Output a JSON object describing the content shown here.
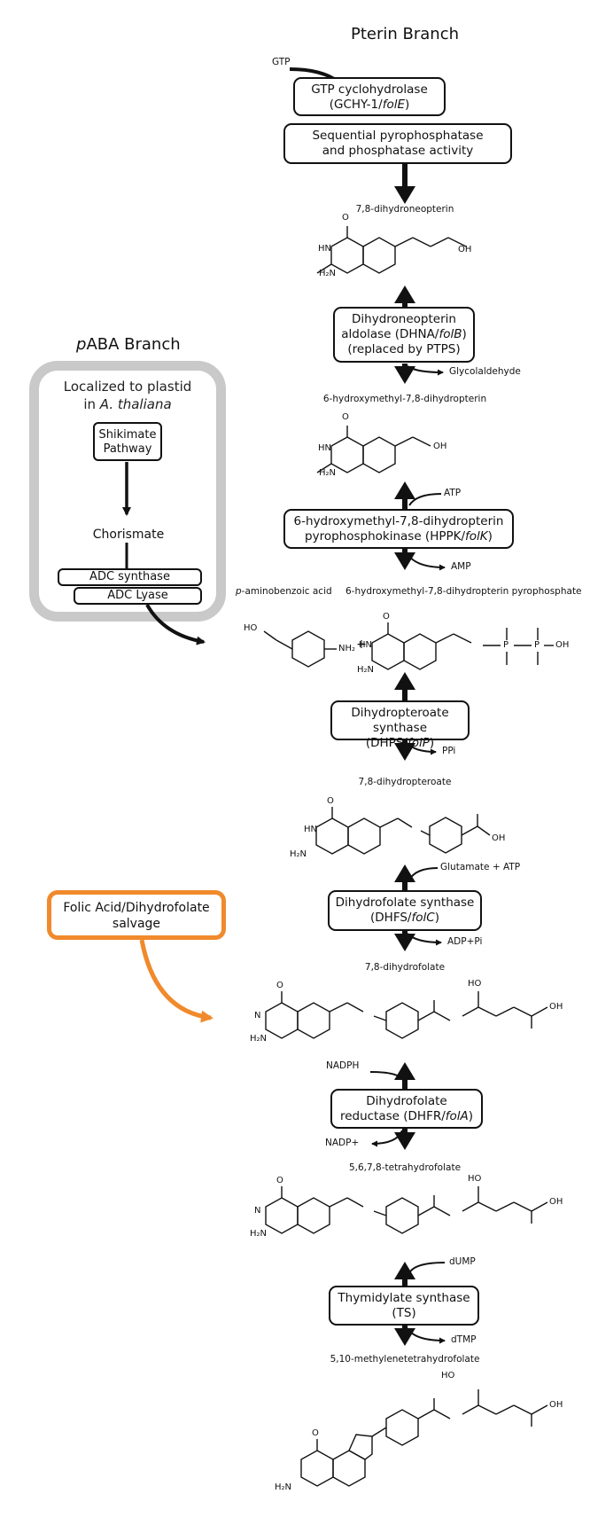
{
  "titles": {
    "pterin_branch": "Pterin Branch",
    "paba_branch_italic": "p",
    "paba_branch_rest": "ABA Branch"
  },
  "plastid": {
    "line1": "Localized to plastid",
    "line2_prefix": "in ",
    "line2_species": "A. thaliana",
    "shikimate_line1": "Shikimate",
    "shikimate_line2": "Pathway",
    "chorismate": "Chorismate",
    "adc_synthase": "ADC synthase",
    "adc_lyase": "ADC Lyase"
  },
  "salvage": {
    "line1": "Folic Acid/Dihydrofolate",
    "line2": "salvage"
  },
  "inputs": {
    "gtp": "GTP"
  },
  "enzymes": {
    "gchy_line1": "GTP cyclohydrolase",
    "gchy_line2_prefix": "(GCHY-1/",
    "gchy_line2_gene": "folE",
    "gchy_line2_suffix": ")",
    "seq_line1": "Sequential pyrophosphatase",
    "seq_line2": "and phosphatase activity",
    "dhna_line1": "Dihydroneopterin",
    "dhna_line2_prefix": "aldolase (DHNA/",
    "dhna_line2_gene": "folB",
    "dhna_line2_suffix": ")",
    "dhna_line3": "(replaced by PTPS)",
    "hppk_line1": "6-hydroxymethyl-7,8-dihydropterin",
    "hppk_line2_prefix": "pyrophosphokinase (HPPK/",
    "hppk_line2_gene": "folK",
    "hppk_line2_suffix": ")",
    "dhps_line1": "Dihydropteroate",
    "dhps_line2_prefix": "synthase (DHPS/",
    "dhps_line2_gene": "folP",
    "dhps_line2_suffix": ")",
    "dhfs_line1": "Dihydrofolate synthase",
    "dhfs_line2_prefix": "(DHFS/",
    "dhfs_line2_gene": "folC",
    "dhfs_line2_suffix": ")",
    "dhfr_line1": "Dihydrofolate",
    "dhfr_line2_prefix": "reductase (DHFR/",
    "dhfr_line2_gene": "folA",
    "dhfr_line2_suffix": ")",
    "ts_line1": "Thymidylate synthase",
    "ts_line2": "(TS)"
  },
  "compounds": {
    "dihydroneopterin": "7,8-dihydroneopterin",
    "hydroxymethyl_dihydropterin": "6-hydroxymethyl-7,8-dihydropterin",
    "paba_italic": "p",
    "paba_rest": "-aminobenzoic acid",
    "hm_pyrophosphate": "6-hydroxymethyl-7,8-dihydropterin pyrophosphate",
    "dihydropteroate": "7,8-dihydropteroate",
    "dihydrofolate": "7,8-dihydrofolate",
    "tetrahydrofolate": "5,6,7,8-tetrahydrofolate",
    "methylene_thf": "5,10-methylenetetrahydrofolate",
    "plus": "+"
  },
  "cofactors": {
    "glycolaldehyde": "Glycolaldehyde",
    "atp": "ATP",
    "amp": "AMP",
    "ppi": "PPi",
    "glutamate_atp": "Glutamate + ATP",
    "adp_pi": "ADP+Pi",
    "nadph": "NADPH",
    "nadp": "NADP+",
    "dump": "dUMP",
    "dtmp": "dTMP"
  },
  "atoms": {
    "O": "O",
    "HN": "HN",
    "N": "N",
    "NH": "N​H",
    "H": "H",
    "H2N": "H₂N",
    "NH2": "NH₂",
    "OH": "OH",
    "HO": "HO",
    "P": "P"
  },
  "colors": {
    "plastid_border": "#c9c9c9",
    "salvage_border": "#f08a2c",
    "salvage_arrow": "#f08a2c",
    "ink": "#111111"
  }
}
